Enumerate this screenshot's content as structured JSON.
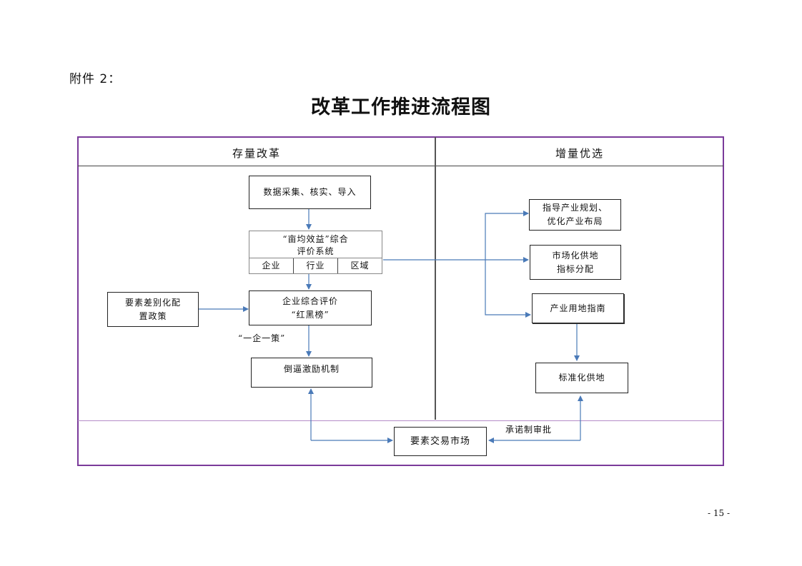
{
  "attachment_label": "附件 2：",
  "title": "改革工作推进流程图",
  "columns": {
    "left": "存量改革",
    "right": "增量优选"
  },
  "boxes": {
    "data_collection": "数据采集、核实、导入",
    "evaluation_system": {
      "line1": "“亩均效益”综合",
      "line2": "评价系统",
      "cells": [
        "企业",
        "行业",
        "区域"
      ]
    },
    "enterprise_eval": {
      "line1": "企业综合评价",
      "line2": "“红黑榜”"
    },
    "differentiated_policy": {
      "line1": "要素差别化配",
      "line2": "置政策"
    },
    "incentive": "倒逼激励机制",
    "guide_layout": {
      "line1": "指导产业规划、",
      "line2": "优化产业布局"
    },
    "market_supply": {
      "line1": "市场化供地",
      "line2": "指标分配"
    },
    "land_guide": "产业用地指南",
    "standard_supply": "标准化供地",
    "factor_market": "要素交易市场"
  },
  "labels": {
    "one_policy": "“一企一策”",
    "commitment": "承诺制审批"
  },
  "page_number": "- 15 -",
  "colors": {
    "frame": "#7a3a9a",
    "arrow": "#4a7ab8"
  }
}
